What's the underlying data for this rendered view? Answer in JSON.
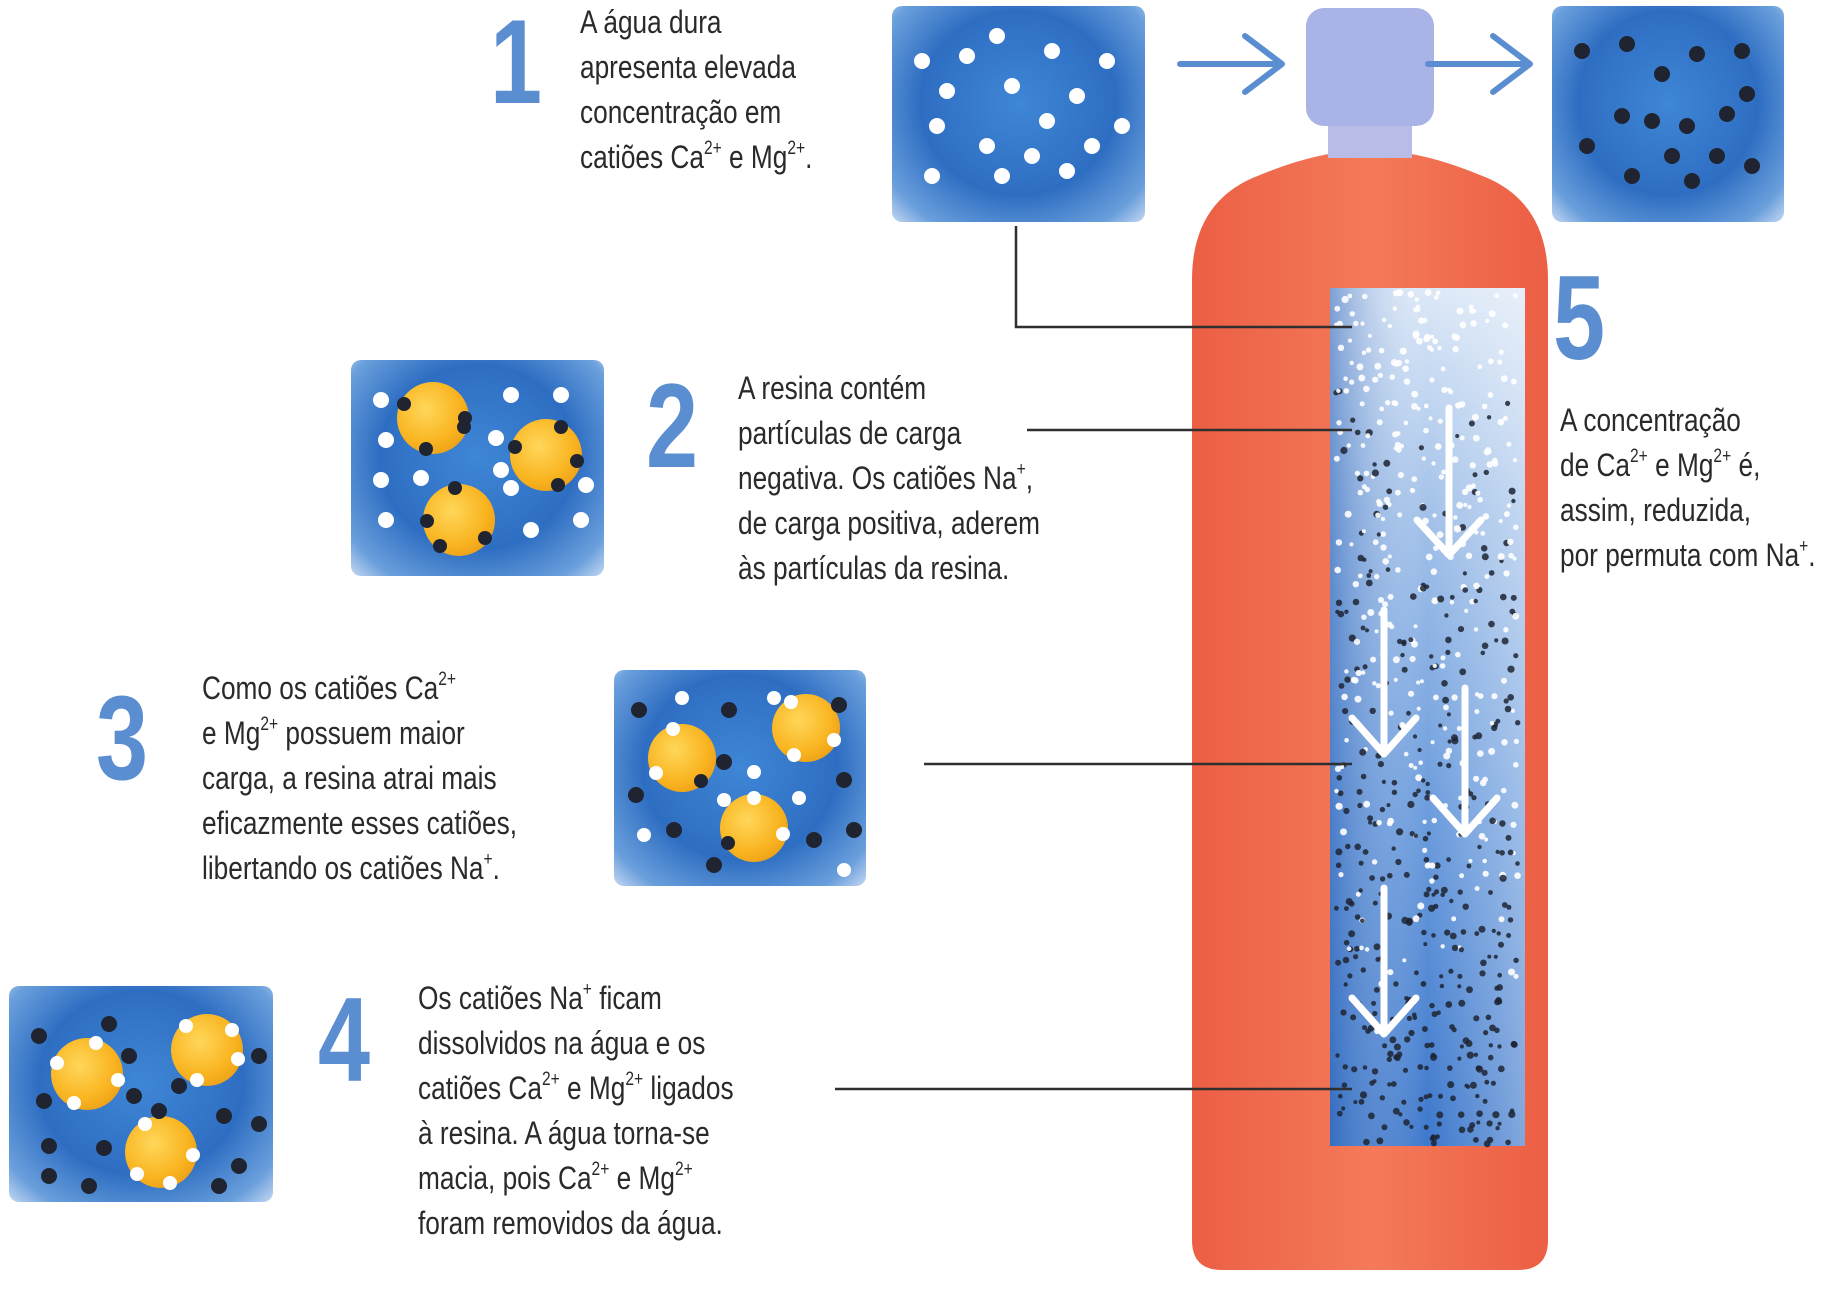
{
  "steps": [
    {
      "number": "1",
      "lines": [
        {
          "parts": [
            "A água dura"
          ]
        },
        {
          "parts": [
            "apresenta elevada"
          ]
        },
        {
          "parts": [
            "concentração em"
          ]
        },
        {
          "parts": [
            "catiões Ca",
            {
              "sup": "2+"
            },
            " e Mg",
            {
              "sup": "2+"
            },
            "."
          ]
        }
      ]
    },
    {
      "number": "2",
      "lines": [
        {
          "parts": [
            "A resina contém"
          ]
        },
        {
          "parts": [
            "partículas de carga"
          ]
        },
        {
          "parts": [
            "negativa. Os catiões Na",
            {
              "sup": "+"
            },
            ","
          ]
        },
        {
          "parts": [
            "de carga positiva, aderem"
          ]
        },
        {
          "parts": [
            "às partículas da resina."
          ]
        }
      ]
    },
    {
      "number": "3",
      "lines": [
        {
          "parts": [
            "Como os catiões Ca",
            {
              "sup": "2+"
            }
          ]
        },
        {
          "parts": [
            "e Mg",
            {
              "sup": "2+"
            },
            " possuem maior"
          ]
        },
        {
          "parts": [
            "carga, a resina atrai mais"
          ]
        },
        {
          "parts": [
            "eficazmente esses catiões,"
          ]
        },
        {
          "parts": [
            "libertando os catiões Na",
            {
              "sup": "+"
            },
            "."
          ]
        }
      ]
    },
    {
      "number": "4",
      "lines": [
        {
          "parts": [
            "Os catiões Na",
            {
              "sup": "+"
            },
            " ficam"
          ]
        },
        {
          "parts": [
            "dissolvidos na água e os"
          ]
        },
        {
          "parts": [
            "catiões Ca",
            {
              "sup": "2+"
            },
            " e Mg",
            {
              "sup": "2+"
            },
            " ligados"
          ]
        },
        {
          "parts": [
            "à resina. A água torna-se"
          ]
        },
        {
          "parts": [
            "macia, pois Ca",
            {
              "sup": "2+"
            },
            " e Mg",
            {
              "sup": "2+"
            }
          ]
        },
        {
          "parts": [
            "foram removidos da água."
          ]
        }
      ]
    },
    {
      "number": "5",
      "lines": [
        {
          "parts": [
            "A concentração"
          ]
        },
        {
          "parts": [
            "de Ca",
            {
              "sup": "2+"
            },
            " e Mg",
            {
              "sup": "2+"
            },
            " é,"
          ]
        },
        {
          "parts": [
            "assim, reduzida,"
          ]
        },
        {
          "parts": [
            "por permuta com Na",
            {
              "sup": "+"
            },
            "."
          ]
        }
      ]
    }
  ],
  "colors": {
    "step_number": "#5b8ed1",
    "water": "#2e6ec2",
    "tank": "#f26b4f",
    "valve": "#a9b3e6",
    "resin_bead": "#f9b420",
    "na_ion": "#ffffff",
    "ca_mg_ion": "#1f2430"
  }
}
